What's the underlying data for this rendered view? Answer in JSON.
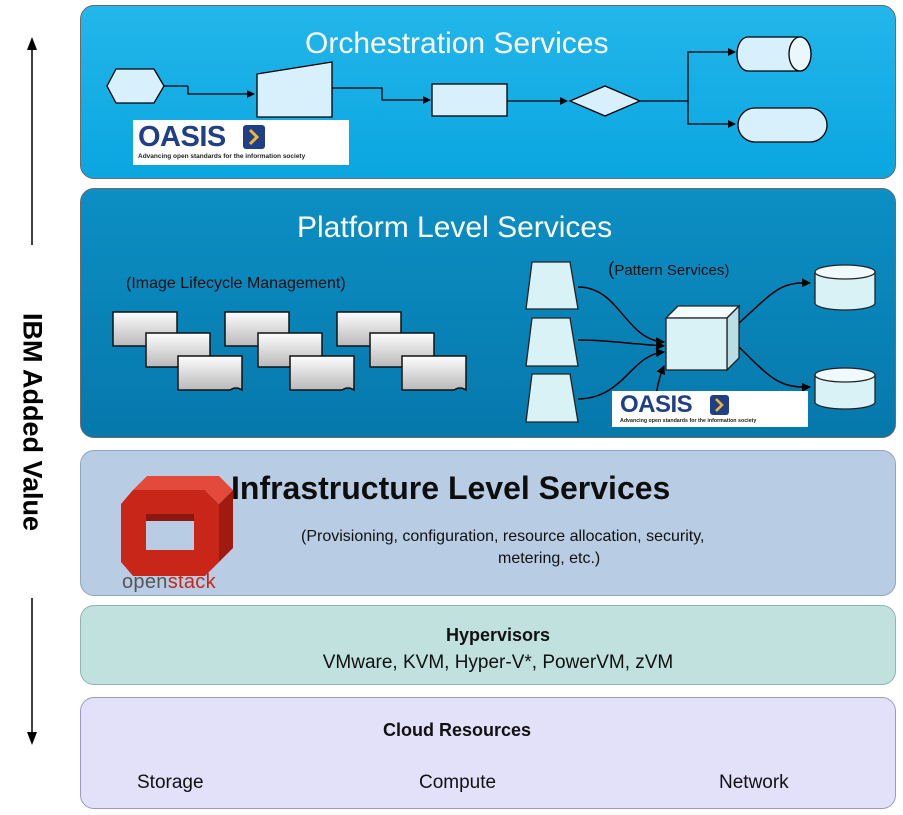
{
  "side_label": "IBM Added Value",
  "orchestration": {
    "title": "Orchestration Services"
  },
  "oasis_logo": {
    "name": "OASIS",
    "tagline": "Advancing open standards for the information society"
  },
  "platform": {
    "title": "Platform Level Services",
    "image_label": "(Image Lifecycle Management)",
    "pattern_label_paren": "(",
    "pattern_label": "Pattern Services)"
  },
  "infrastructure": {
    "title": "Infrastructure Level Services",
    "desc_line1": "(Provisioning, configuration, resource allocation, security,",
    "desc_line2": "metering, etc.)",
    "logo_open": "open",
    "logo_stack": "stack"
  },
  "hypervisors": {
    "title": "Hypervisors",
    "list": "VMware, KVM, Hyper-V*, PowerVM, zVM"
  },
  "cloud": {
    "title": "Cloud Resources",
    "items": [
      "Storage",
      "Compute",
      "Network"
    ]
  },
  "colors": {
    "orchestration": "#12b0e6",
    "platform": "#0a84b8",
    "infrastructure": "#b8cde3",
    "hypervisors": "#c1e1df",
    "cloud": "#e3e0fa",
    "openstack_red": "#d32b1e",
    "oasis_blue": "#1f3f86"
  }
}
